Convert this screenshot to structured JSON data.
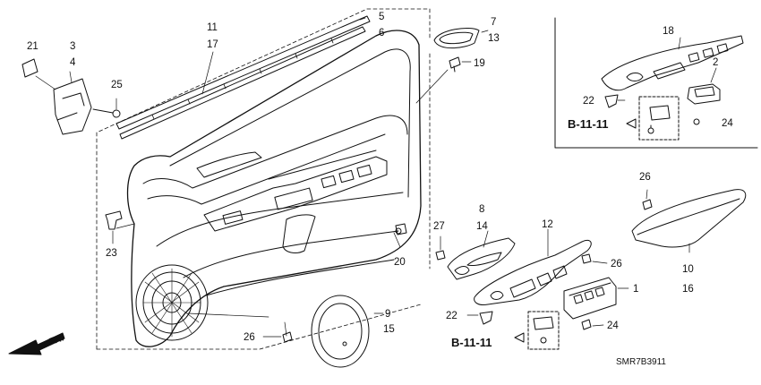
{
  "diagram": {
    "code": "SMR7B3911",
    "direction_label": "FR.",
    "refs": [
      "B-11-11",
      "B-11-11"
    ],
    "callouts": {
      "c21": "21",
      "c3": "3",
      "c4": "4",
      "c25": "25",
      "c11": "11",
      "c17": "17",
      "c5": "5",
      "c6": "6",
      "c7": "7",
      "c13": "13",
      "c19": "19",
      "c18": "18",
      "c2": "2",
      "c22a": "22",
      "c24a": "24",
      "c26a": "26",
      "c10": "10",
      "c16": "16",
      "c8": "8",
      "c14": "14",
      "c12": "12",
      "c27": "27",
      "c26b": "26",
      "c1": "1",
      "c22b": "22",
      "c24b": "24",
      "c23": "23",
      "c20": "20",
      "c9": "9",
      "c15": "15",
      "c26c": "26"
    }
  }
}
